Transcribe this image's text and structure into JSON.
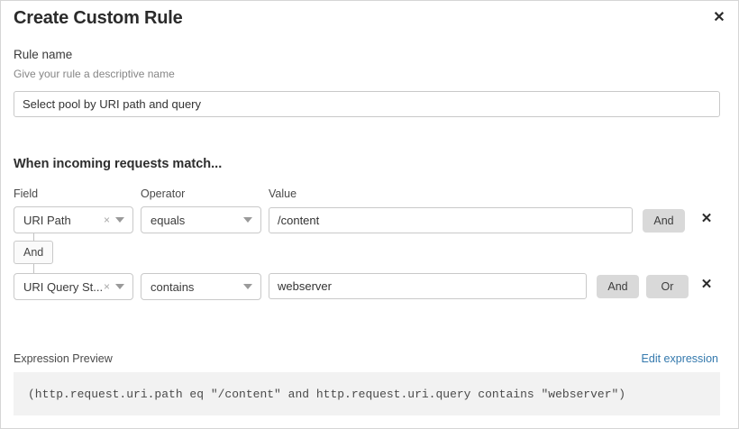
{
  "dialog": {
    "title": "Create Custom Rule",
    "close_label": "✕"
  },
  "rule_name": {
    "label": "Rule name",
    "help": "Give your rule a descriptive name",
    "value": "Select pool by URI path and query",
    "placeholder": "Select pool by URI path and query"
  },
  "match_section": {
    "heading": "When incoming requests match...",
    "columns": {
      "field": "Field",
      "operator": "Operator",
      "value": "Value"
    },
    "connector": {
      "label": "And"
    },
    "rows": [
      {
        "field": "URI Path",
        "field_clear": "×",
        "operator": "equals",
        "value": "/content",
        "and_label": "And",
        "delete_label": "✕"
      },
      {
        "field": "URI Query St...",
        "field_clear": "×",
        "operator": "contains",
        "value": "webserver",
        "and_label": "And",
        "or_label": "Or",
        "delete_label": "✕"
      }
    ]
  },
  "preview": {
    "label": "Expression Preview",
    "edit_link": "Edit expression",
    "expression": "(http.request.uri.path eq \"/content\" and http.request.uri.query contains \"webserver\")"
  },
  "colors": {
    "link": "#3479ad",
    "logic_button_bg": "#d9d9d9",
    "code_bg": "#f2f2f2",
    "border": "#c9c9c9"
  }
}
